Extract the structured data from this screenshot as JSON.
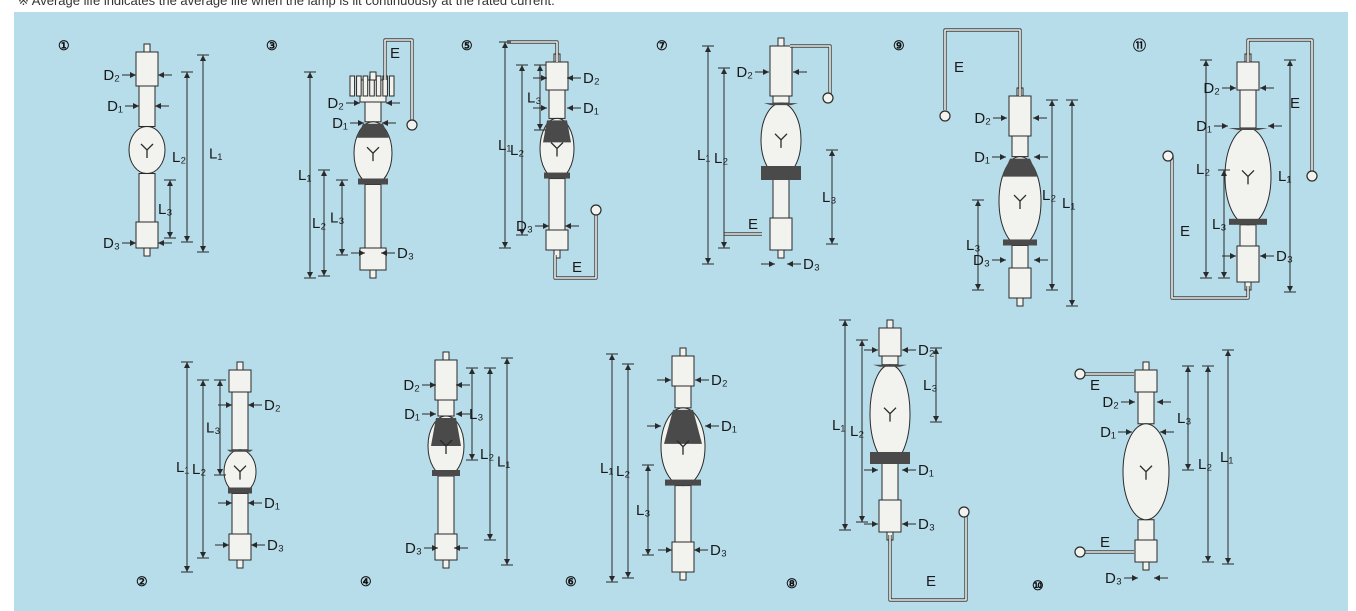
{
  "header": {
    "note": "※ Average life indicates the average life when the lamp is lit continuously at the rated current."
  },
  "colors": {
    "background": "#b7dcea",
    "lamp_body": "#f2f2ee",
    "dark_band": "#4a4a4a",
    "line": "#2a2a2a"
  },
  "figure_labels": {
    "L1": "L₁",
    "L2": "L₂",
    "L3": "L₃",
    "D1": "D₁",
    "D2": "D₂",
    "D3": "D₃",
    "E": "E"
  },
  "figures": [
    {
      "number": "①",
      "id": "fig-1"
    },
    {
      "number": "②",
      "id": "fig-2"
    },
    {
      "number": "③",
      "id": "fig-3"
    },
    {
      "number": "④",
      "id": "fig-4"
    },
    {
      "number": "⑤",
      "id": "fig-5"
    },
    {
      "number": "⑥",
      "id": "fig-6"
    },
    {
      "number": "⑦",
      "id": "fig-7"
    },
    {
      "number": "⑧",
      "id": "fig-8"
    },
    {
      "number": "⑨",
      "id": "fig-9"
    },
    {
      "number": "⑩",
      "id": "fig-10"
    },
    {
      "number": "⑪",
      "id": "fig-11"
    }
  ]
}
